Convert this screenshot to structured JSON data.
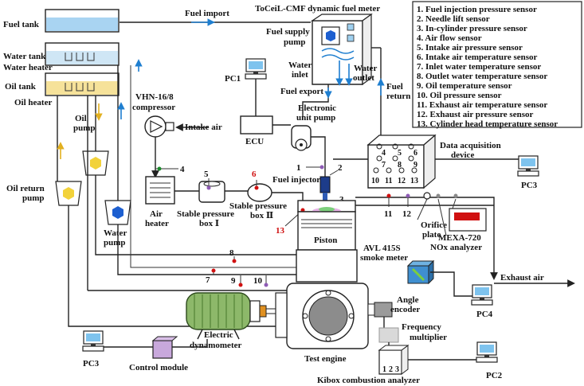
{
  "labels": {
    "fuel_tank": "Fuel tank",
    "water_tank": "Water tank",
    "water_heater": "Water heater",
    "oil_tank": "Oil tank",
    "oil_heater": "Oil heater",
    "fuel_import": "Fuel import",
    "meter": "ToCeiL-CMF dynamic fuel meter",
    "fuel_supply_pump": [
      "Fuel supply",
      "pump"
    ],
    "water_inlet": [
      "Water",
      "inlet"
    ],
    "water_outlet": [
      "Water",
      "outlet"
    ],
    "fuel_export": "Fuel export",
    "fuel_return": [
      "Fuel",
      "return"
    ],
    "pc1": "PC1",
    "compressor": [
      "VHN-16/8",
      "compressor"
    ],
    "intake_air": "Intake air",
    "ecu": "ECU",
    "eup": [
      "Electronic",
      "unit pump"
    ],
    "oil_pump": [
      "Oil",
      "pump"
    ],
    "oil_return_pump": [
      "Oil return",
      "pump"
    ],
    "water_pump": [
      "Water",
      "pump"
    ],
    "air_heater": [
      "Air",
      "heater"
    ],
    "stable_box_1": [
      "Stable pressure",
      "box Ⅰ"
    ],
    "stable_box_2": [
      "Stable pressure",
      "box Ⅱ"
    ],
    "fuel_injector": "Fuel injector",
    "piston": "Piston",
    "data_acq": [
      "Data acquisition",
      "device"
    ],
    "pc3_right": "PC3",
    "orifice": [
      "Orifice",
      "plate"
    ],
    "avl": [
      "AVL 415S",
      "smoke meter"
    ],
    "mexa": [
      "MEXA-720",
      "NOx analyzer"
    ],
    "exhaust_air": "Exhaust air",
    "angle_encoder": [
      "Angle",
      "encoder"
    ],
    "pc4": "PC4",
    "electric_dyno": [
      "Electric",
      "dynamometer"
    ],
    "frequency_multiplier": [
      "Frequency",
      "multiplier"
    ],
    "pc3_bottom": "PC3",
    "control_module": "Control module",
    "test_engine": "Test engine",
    "pc2": "PC2",
    "kibox": "Kibox combustion analyzer"
  },
  "sensor_numbers": [
    "1",
    "2",
    "3",
    "4",
    "5",
    "6",
    "7",
    "8",
    "9",
    "10",
    "11",
    "12",
    "13"
  ],
  "daq_channels": [
    "4",
    "5",
    "6",
    "7",
    "8",
    "9",
    "10",
    "11",
    "12",
    "13"
  ],
  "kibox_channels": [
    "1",
    "2",
    "3"
  ],
  "legend": [
    "1. Fuel injection pressure sensor",
    "2. Needle lift sensor",
    "3. In-cylinder pressure sensor",
    "4. Air flow sensor",
    "5. Intake air pressure sensor",
    "6. Intake air temperature sensor",
    "7. Inlet water temperature sensor",
    "8. Outlet water temperature sensor",
    "9. Oil temperature sensor",
    "10. Oil pressure sensor",
    "11. Exhaust air temperature sensor",
    "12. Exhaust air pressure sensor",
    "13. Cylinder head temperature sensor"
  ],
  "colors": {
    "fuel": "#a9d4f2",
    "water": "#cfe6f5",
    "oil": "#f6e29a",
    "water_pipe": "#1f7fd0",
    "oil_pipe": "#e2b020",
    "sensor_red": "#d01010",
    "sensor_purple": "#8e5bb5",
    "dyno_green": "#8db86a",
    "control_module": "#c8a8dc",
    "pump_yellow": "#f2d23a",
    "pump_blue": "#1d5fd0"
  }
}
